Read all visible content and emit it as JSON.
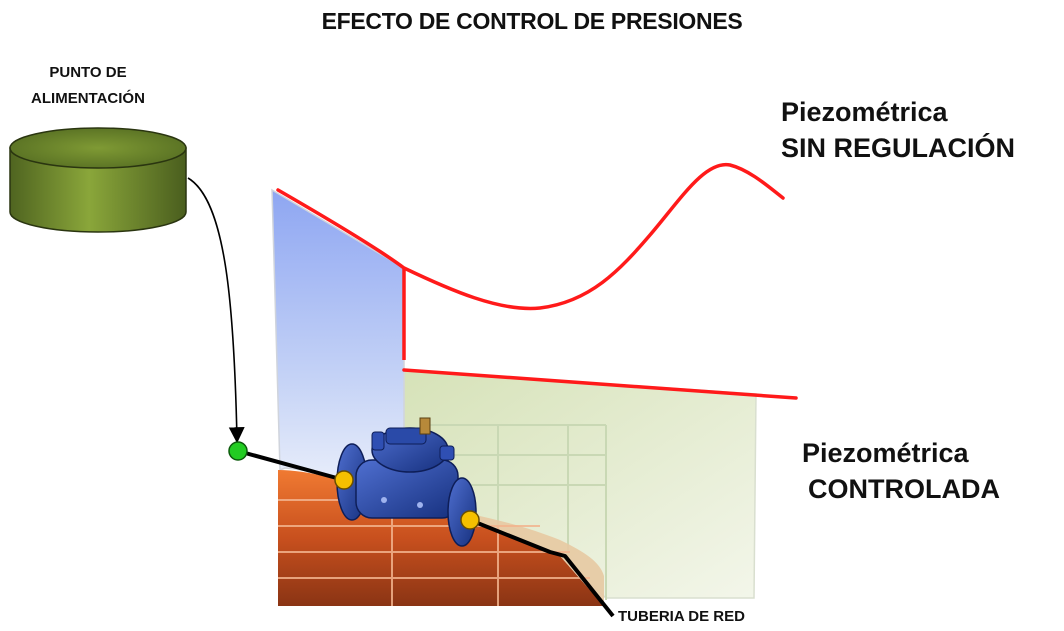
{
  "title": "EFECTO DE CONTROL DE PRESIONES",
  "supply_point": {
    "line1": "PUNTO DE",
    "line2": "ALIMENTACIÓN"
  },
  "unregulated": {
    "line1": "Piezométrica",
    "line2": "SIN REGULACIÓN"
  },
  "controlled": {
    "line1": "Piezométrica",
    "line2": "CONTROLADA"
  },
  "pipe_label": "TUBERIA DE RED",
  "colors": {
    "piezometric_line": "#ff1a1a",
    "pipe": "#000000",
    "tank": "#6f8a2c",
    "supply_node": "#22cc22",
    "valve_nodes": "#f5c000",
    "valve": "#1f3e9c",
    "ground": "#c8501e",
    "pressure_unregulated": "#8fa8f0",
    "pressure_controlled": "#dfe8c2"
  },
  "icons": [
    "tank-icon",
    "pressure-reducing-valve-icon"
  ]
}
